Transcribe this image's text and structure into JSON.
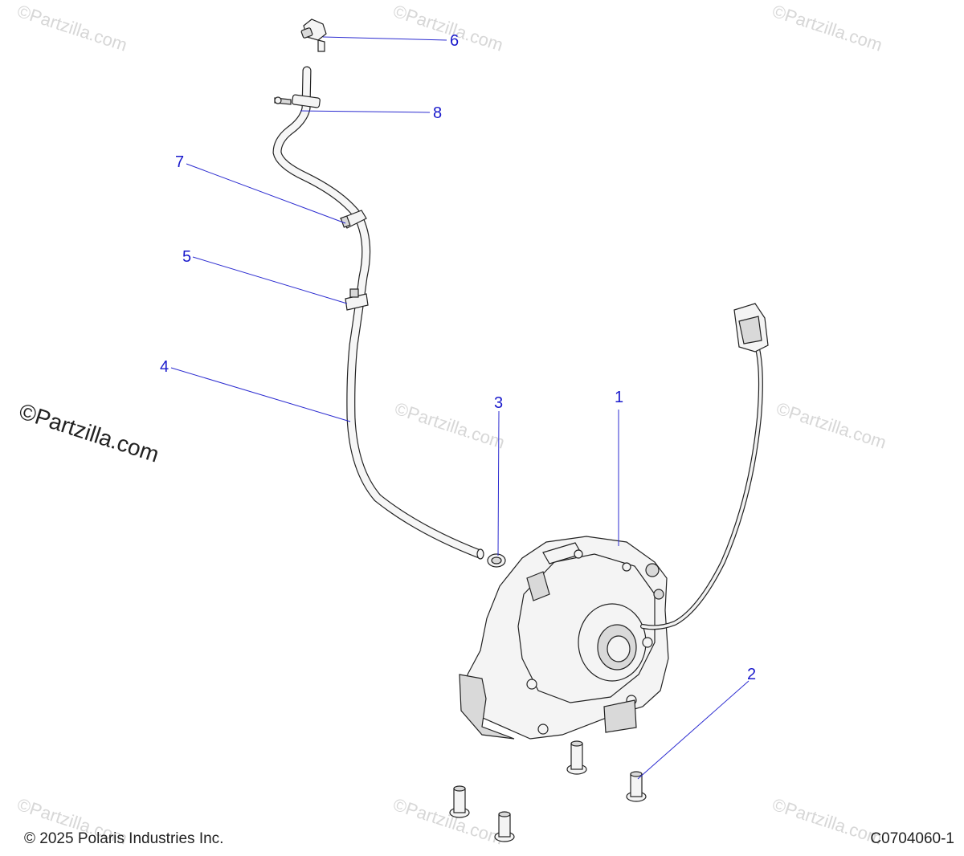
{
  "callouts": [
    "1",
    "2",
    "3",
    "4",
    "5",
    "6",
    "7",
    "8"
  ],
  "watermark": "©Partzilla.com",
  "footer": {
    "copyright": "© 2025 Polaris Industries Inc.",
    "diagram_code": "C0704060-1"
  }
}
